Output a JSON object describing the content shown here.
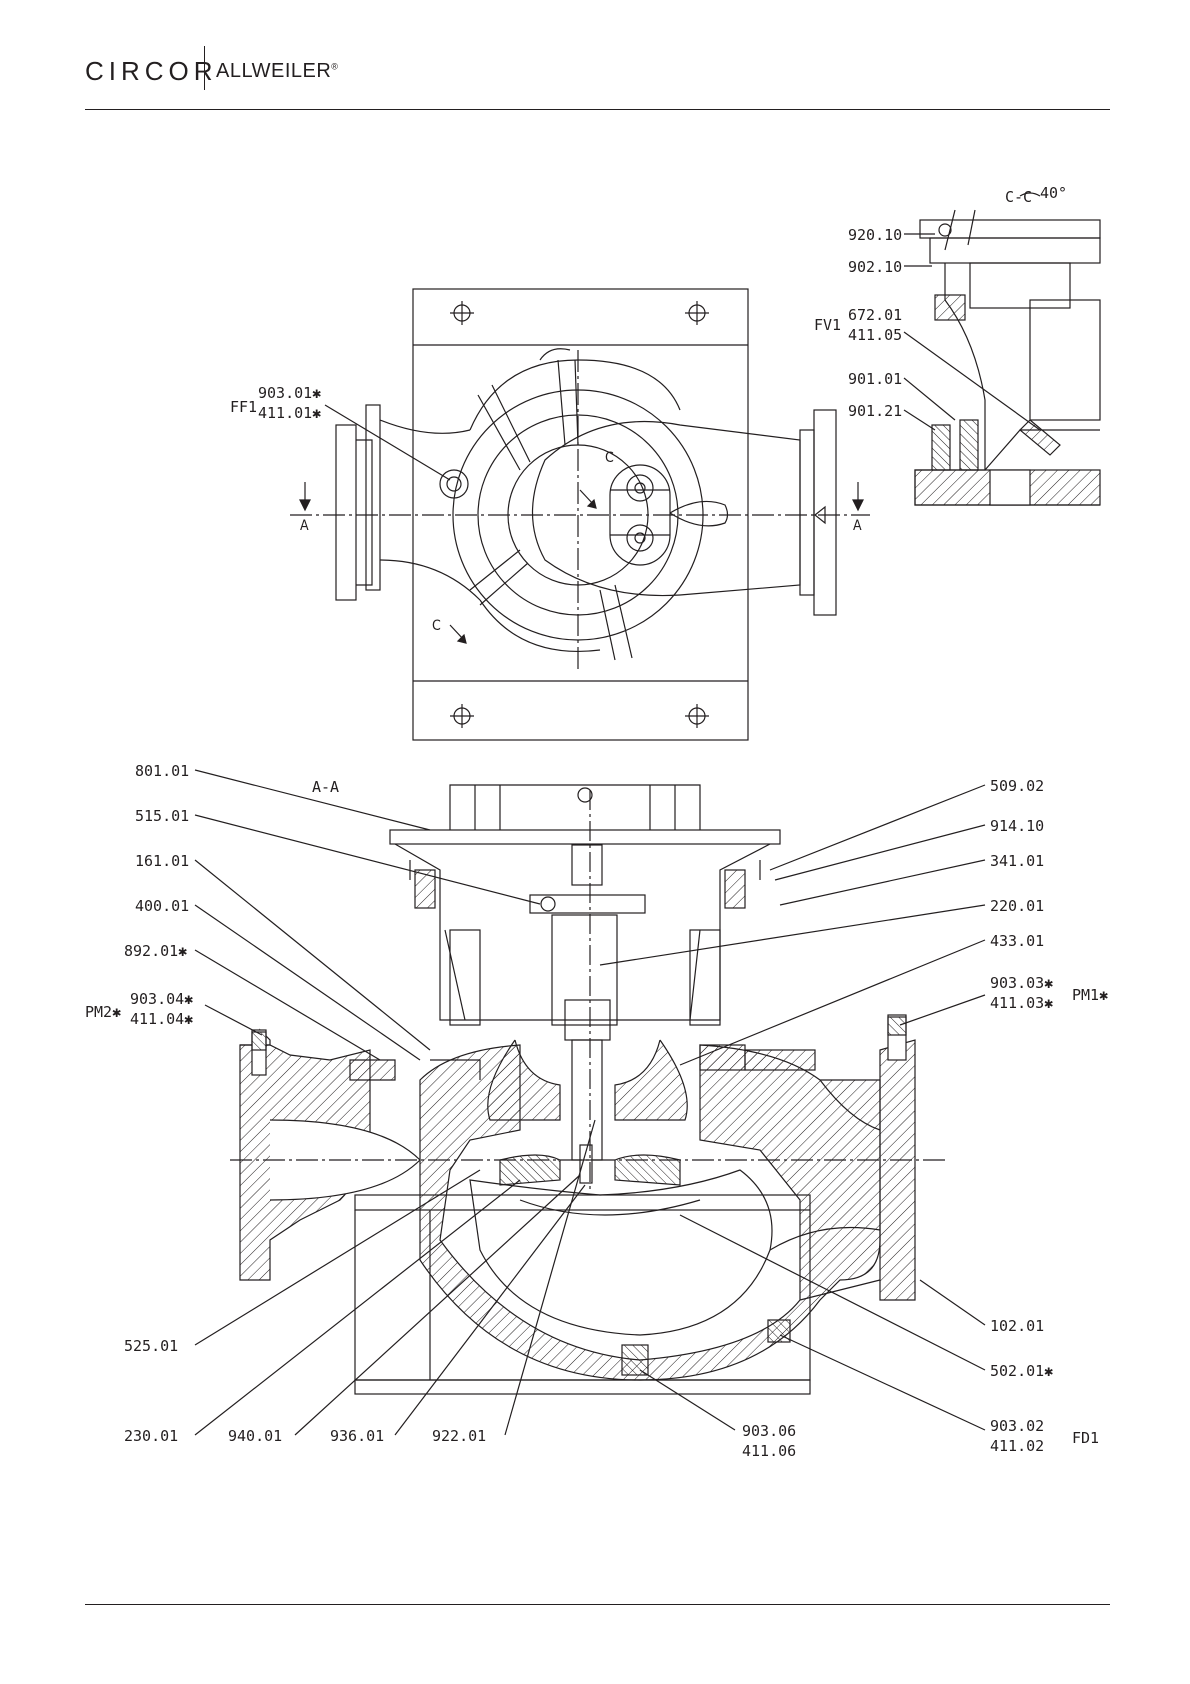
{
  "header": {
    "brand_left": "CIRCOR",
    "brand_right": "ALLWEILER",
    "brand_right_mark": "®"
  },
  "views": {
    "section_cc": "C-C",
    "section_cc_angle": "40°",
    "section_aa": "A-A",
    "cut_a_left": "A",
    "cut_a_right": "A",
    "cut_c_top": "C",
    "cut_c_bottom": "C"
  },
  "labels": {
    "l920_10": "920.10",
    "l902_10": "902.10",
    "fv1": "FV1",
    "l672_01": "672.01",
    "l411_05": "411.05",
    "l901_01": "901.01",
    "l901_21": "901.21",
    "ff1": "FF1",
    "l903_01": "903.01✱",
    "l411_01": "411.01✱",
    "l801_01": "801.01",
    "l515_01": "515.01",
    "l161_01": "161.01",
    "l400_01": "400.01",
    "l892_01": "892.01✱",
    "pm2": "PM2✱",
    "l903_04": "903.04✱",
    "l411_04": "411.04✱",
    "l509_02": "509.02",
    "l914_10": "914.10",
    "l341_01": "341.01",
    "l220_01": "220.01",
    "l433_01": "433.01",
    "l903_03": "903.03✱",
    "l411_03": "411.03✱",
    "pm1": "PM1✱",
    "l525_01": "525.01",
    "l102_01": "102.01",
    "l502_01": "502.01✱",
    "l230_01": "230.01",
    "l940_01": "940.01",
    "l936_01": "936.01",
    "l922_01": "922.01",
    "l903_06": "903.06",
    "l411_06": "411.06",
    "l903_02": "903.02",
    "l411_02": "411.02",
    "fd1": "FD1"
  }
}
